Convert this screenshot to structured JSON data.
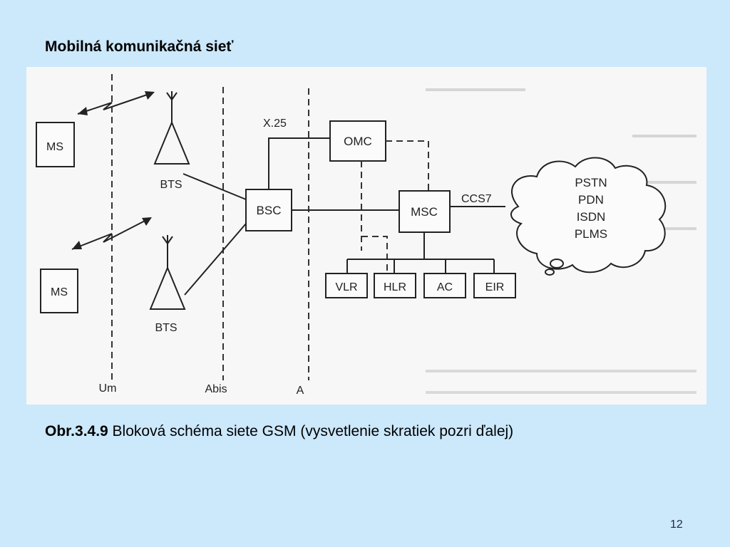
{
  "slide": {
    "title": "Mobilná komunikačná sieť",
    "page_number": "12"
  },
  "caption": {
    "ref": "Obr.3.4.9",
    "text": " Bloková schéma siete GSM (vysvetlenie skratiek pozri ďalej)"
  },
  "diagram": {
    "nodes": {
      "ms_top": "MS",
      "ms_bottom": "MS",
      "bts_top": "BTS",
      "bts_bottom": "BTS",
      "bsc": "BSC",
      "omc": "OMC",
      "msc": "MSC",
      "vlr": "VLR",
      "hlr": "HLR",
      "ac": "AC",
      "eir": "EIR"
    },
    "interfaces": {
      "um": "Um",
      "abis": "Abis",
      "a": "A"
    },
    "link_labels": {
      "x25": "X.25",
      "ccs7": "CCS7"
    },
    "networks": [
      "PSTN",
      "PDN",
      "ISDN",
      "PLMS"
    ]
  }
}
